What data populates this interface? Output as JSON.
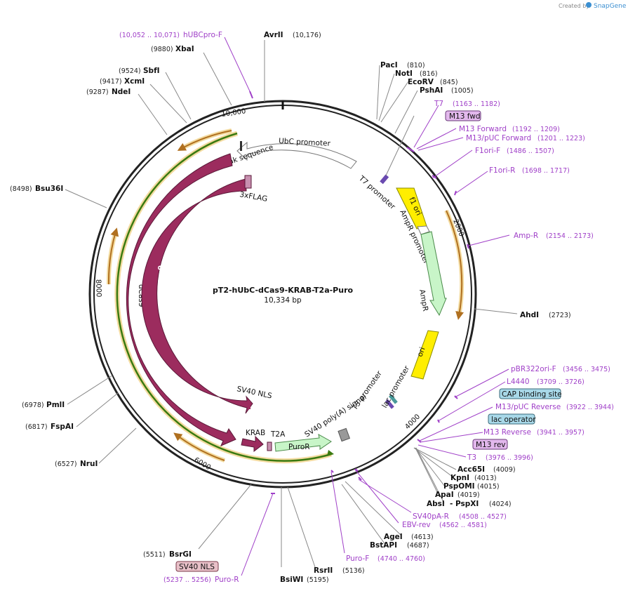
{
  "branding": {
    "created_by": "Created by",
    "product": "SnapGene"
  },
  "plasmid": {
    "name": "pT2-hUbC-dCas9-KRAB-T2a-Puro",
    "size": "10,334 bp"
  },
  "ticks": [
    {
      "label": "2000"
    },
    {
      "label": "4000"
    },
    {
      "label": "6000"
    },
    {
      "label": "8000"
    },
    {
      "label": "10,000"
    }
  ],
  "features": [
    {
      "label": "UbC promoter"
    },
    {
      "label": "Kozak sequence"
    },
    {
      "label": "3xFLAG"
    },
    {
      "label": "T7 promoter"
    },
    {
      "label": "f1 ori"
    },
    {
      "label": "AmpR promoter"
    },
    {
      "label": "AmpR"
    },
    {
      "label": "ori"
    },
    {
      "label": "lac promoter"
    },
    {
      "label": "T3 promoter"
    },
    {
      "label": "SV40 poly(A) signal"
    },
    {
      "label": "PuroR"
    },
    {
      "label": "T2A"
    },
    {
      "label": "KRAB"
    },
    {
      "label": "SV40 NLS"
    },
    {
      "label": "Cas9"
    },
    {
      "label": "dCas9"
    }
  ],
  "sites": [
    {
      "name": "AvrII",
      "pos": "(10,176)"
    },
    {
      "name": "XbaI",
      "pos": "(9880)"
    },
    {
      "name": "SbfI",
      "pos": "(9524)"
    },
    {
      "name": "XcmI",
      "pos": "(9417)"
    },
    {
      "name": "NdeI",
      "pos": "(9287)"
    },
    {
      "name": "Bsu36I",
      "pos": "(8498)"
    },
    {
      "name": "PmlI",
      "pos": "(6978)"
    },
    {
      "name": "FspAI",
      "pos": "(6817)"
    },
    {
      "name": "NruI",
      "pos": "(6527)"
    },
    {
      "name": "BsrGI",
      "pos": "(5511)"
    },
    {
      "name": "BsiWI",
      "pos": "(5195)"
    },
    {
      "name": "RsrII",
      "pos": "(5136)"
    },
    {
      "name": "BstAPI",
      "pos": "(4687)"
    },
    {
      "name": "AgeI",
      "pos": "(4613)"
    },
    {
      "name": "AbsI",
      "pos": "(4024)"
    },
    {
      "name": "- PspXI",
      "pos": ""
    },
    {
      "name": "ApaI",
      "pos": "(4019)"
    },
    {
      "name": "PspOMI",
      "pos": "(4015)"
    },
    {
      "name": "KpnI",
      "pos": "(4013)"
    },
    {
      "name": "Acc65I",
      "pos": "(4009)"
    },
    {
      "name": "AhdI",
      "pos": "(2723)"
    },
    {
      "name": "PshAI",
      "pos": "(1005)"
    },
    {
      "name": "EcoRV",
      "pos": "(845)"
    },
    {
      "name": "NotI",
      "pos": "(816)"
    },
    {
      "name": "PacI",
      "pos": "(810)"
    }
  ],
  "primers": [
    {
      "name": "hUBCpro-F",
      "pos": "(10,052 .. 10,071)"
    },
    {
      "name": "T7",
      "pos": "(1163 .. 1182)"
    },
    {
      "name": "M13 Forward",
      "pos": "(1192 .. 1209)"
    },
    {
      "name": "M13/pUC Forward",
      "pos": "(1201 .. 1223)"
    },
    {
      "name": "F1ori-F",
      "pos": "(1486 .. 1507)"
    },
    {
      "name": "F1ori-R",
      "pos": "(1698 .. 1717)"
    },
    {
      "name": "Amp-R",
      "pos": "(2154 .. 2173)"
    },
    {
      "name": "pBR322ori-F",
      "pos": "(3456 .. 3475)"
    },
    {
      "name": "L4440",
      "pos": "(3709 .. 3726)"
    },
    {
      "name": "M13/pUC Reverse",
      "pos": "(3922 .. 3944)"
    },
    {
      "name": "M13 Reverse",
      "pos": "(3941 .. 3957)"
    },
    {
      "name": "T3",
      "pos": "(3976 .. 3996)"
    },
    {
      "name": "SV40pA-R",
      "pos": "(4508 .. 4527)"
    },
    {
      "name": "EBV-rev",
      "pos": "(4562 .. 4581)"
    },
    {
      "name": "Puro-F",
      "pos": "(4740 .. 4760)"
    },
    {
      "name": "Puro-R",
      "pos": "(5237 .. 5256)"
    }
  ],
  "boxes": [
    {
      "label": "M13 fwd"
    },
    {
      "label": "CAP binding site"
    },
    {
      "label": "lac operator"
    },
    {
      "label": "M13 rev"
    },
    {
      "label": "SV40 NLS"
    }
  ],
  "colors": {
    "cas9": "#9c2c5e",
    "ampr": "#c8f5c8",
    "ori": "#ffee00",
    "primer": "#a040c8",
    "orf": "#3a7a10",
    "orf_glow": "#e8a040"
  }
}
